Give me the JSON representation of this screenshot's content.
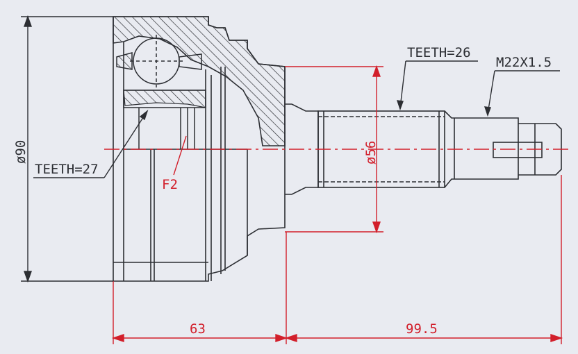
{
  "drawing": {
    "colors": {
      "background": "#e9ebf1",
      "outline": "#2c2e33",
      "dimension": "#d21f2b"
    },
    "callouts": {
      "outer_diameter": "ø90",
      "inner_teeth": "TEETH=27",
      "shaft_teeth": "TEETH=26",
      "thread": "M22X1.5",
      "shaft_diameter": "ø56",
      "feature": "F2"
    },
    "dimensions": {
      "housing_length": "63",
      "shaft_length": "99.5"
    }
  }
}
